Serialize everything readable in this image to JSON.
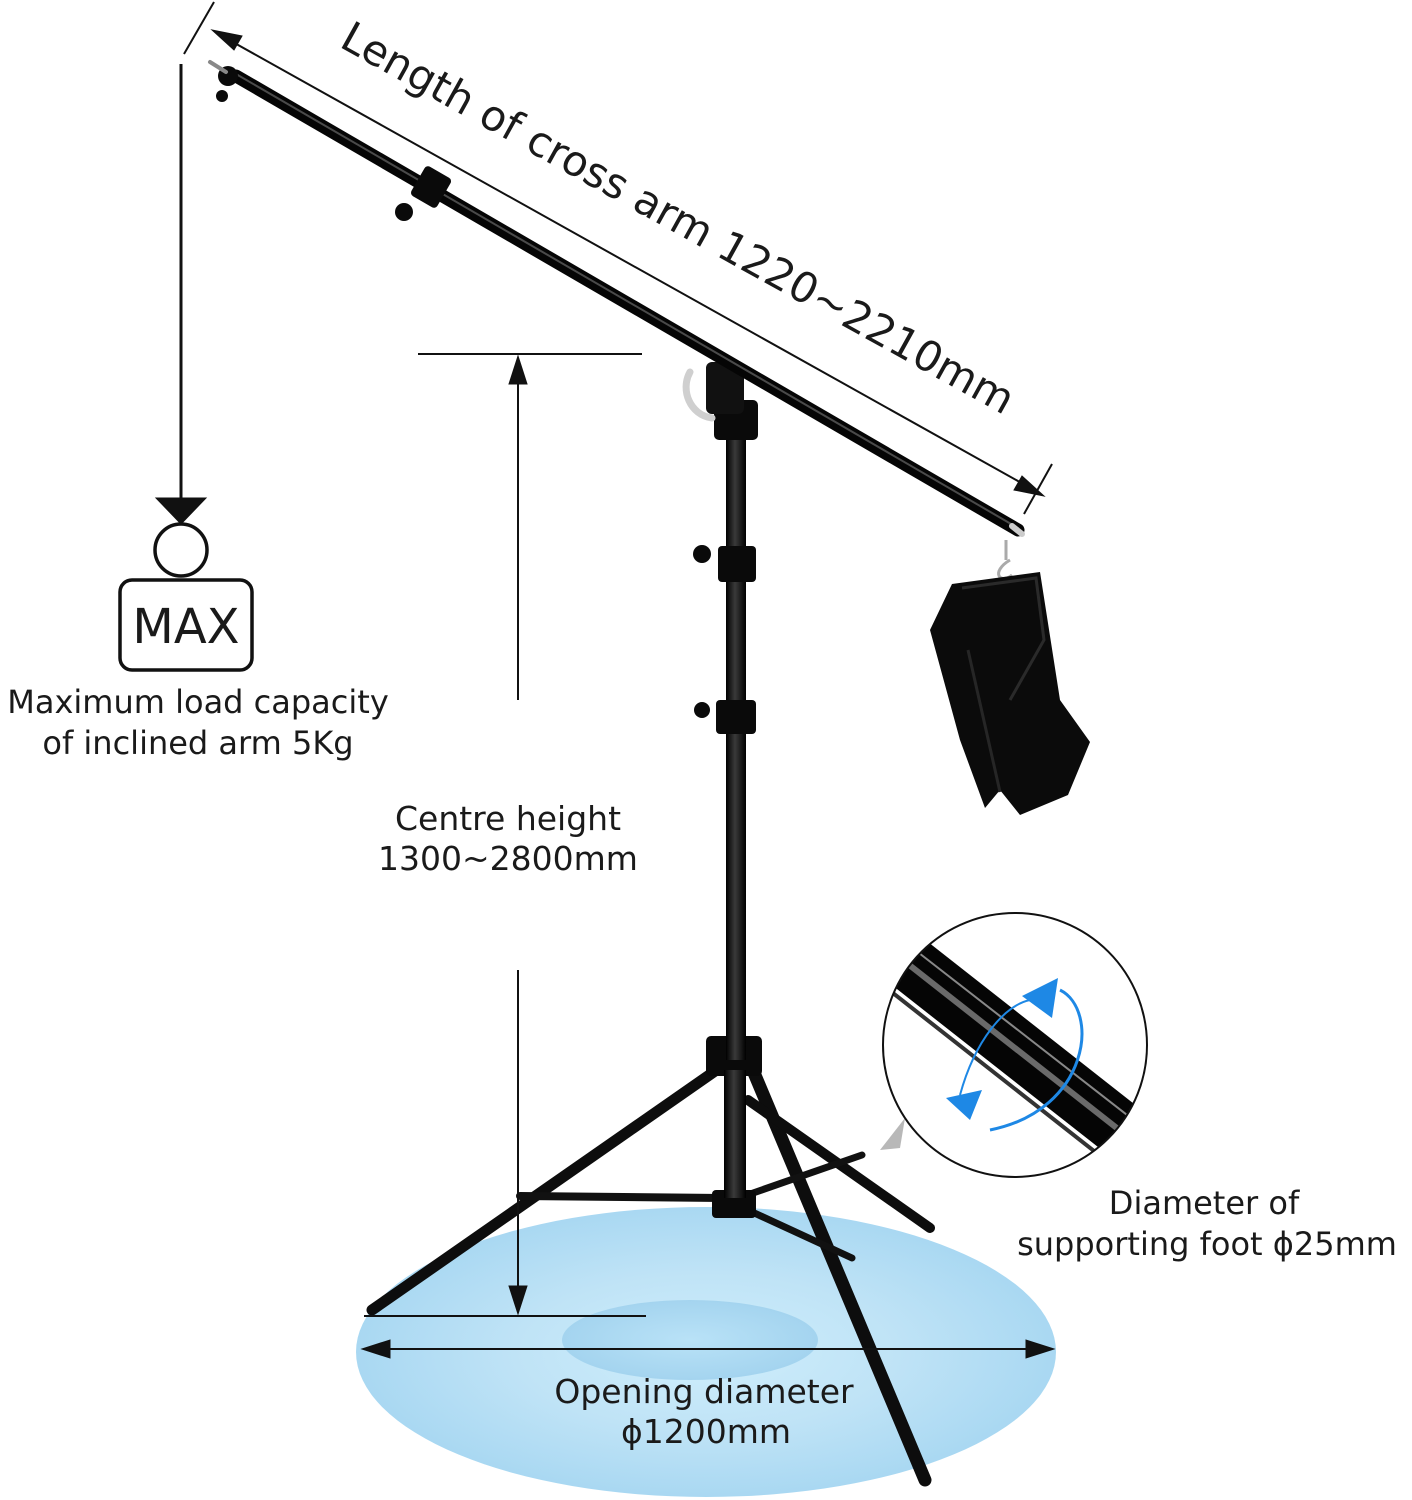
{
  "labels": {
    "cross_arm": "Length of cross arm 1220~2210mm",
    "max_badge": "MAX",
    "max_load_line1": "Maximum load capacity",
    "max_load_line2": "of inclined arm 5Kg",
    "centre_height_line1": "Centre height",
    "centre_height_line2": "1300~2800mm",
    "foot_diameter_line1": "Diameter of",
    "foot_diameter_line2": "supporting foot ϕ25mm",
    "opening_line1": "Opening diameter",
    "opening_line2": "ϕ1200mm"
  },
  "colors": {
    "ink": "#1a1a1a",
    "metal": "#111111",
    "floor_glow": "#a9d8f2",
    "accent_arrow": "#1e88e5"
  },
  "icons": {
    "weight": "weight-max-icon",
    "rotation": "rotation-arrows-icon",
    "sandbag": "sandbag-icon"
  }
}
